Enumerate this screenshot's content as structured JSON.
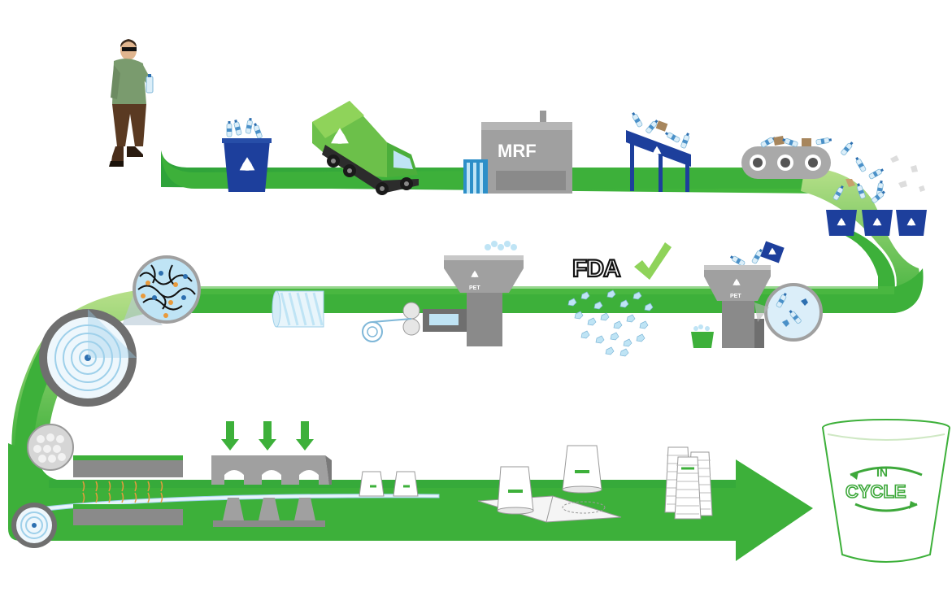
{
  "labels": {
    "mrf": "MRF",
    "fda": "FDA",
    "pet": "PET",
    "logo_in": "IN",
    "logo_cycle": "CYCLE"
  },
  "colors": {
    "path_green": "#3db03a",
    "light_green": "#8fd35a",
    "bin_blue": "#1d3f9c",
    "machine_gray": "#a9a9a9",
    "dark_gray": "#6f6f6f",
    "water_blue": "#bfe4f5"
  },
  "icons": [
    "person-holding-bottle-icon",
    "recycling-bin-icon",
    "recycling-truck-icon",
    "conveyor-icon",
    "sorting-machine-icon",
    "check-icon",
    "cup-icon"
  ]
}
